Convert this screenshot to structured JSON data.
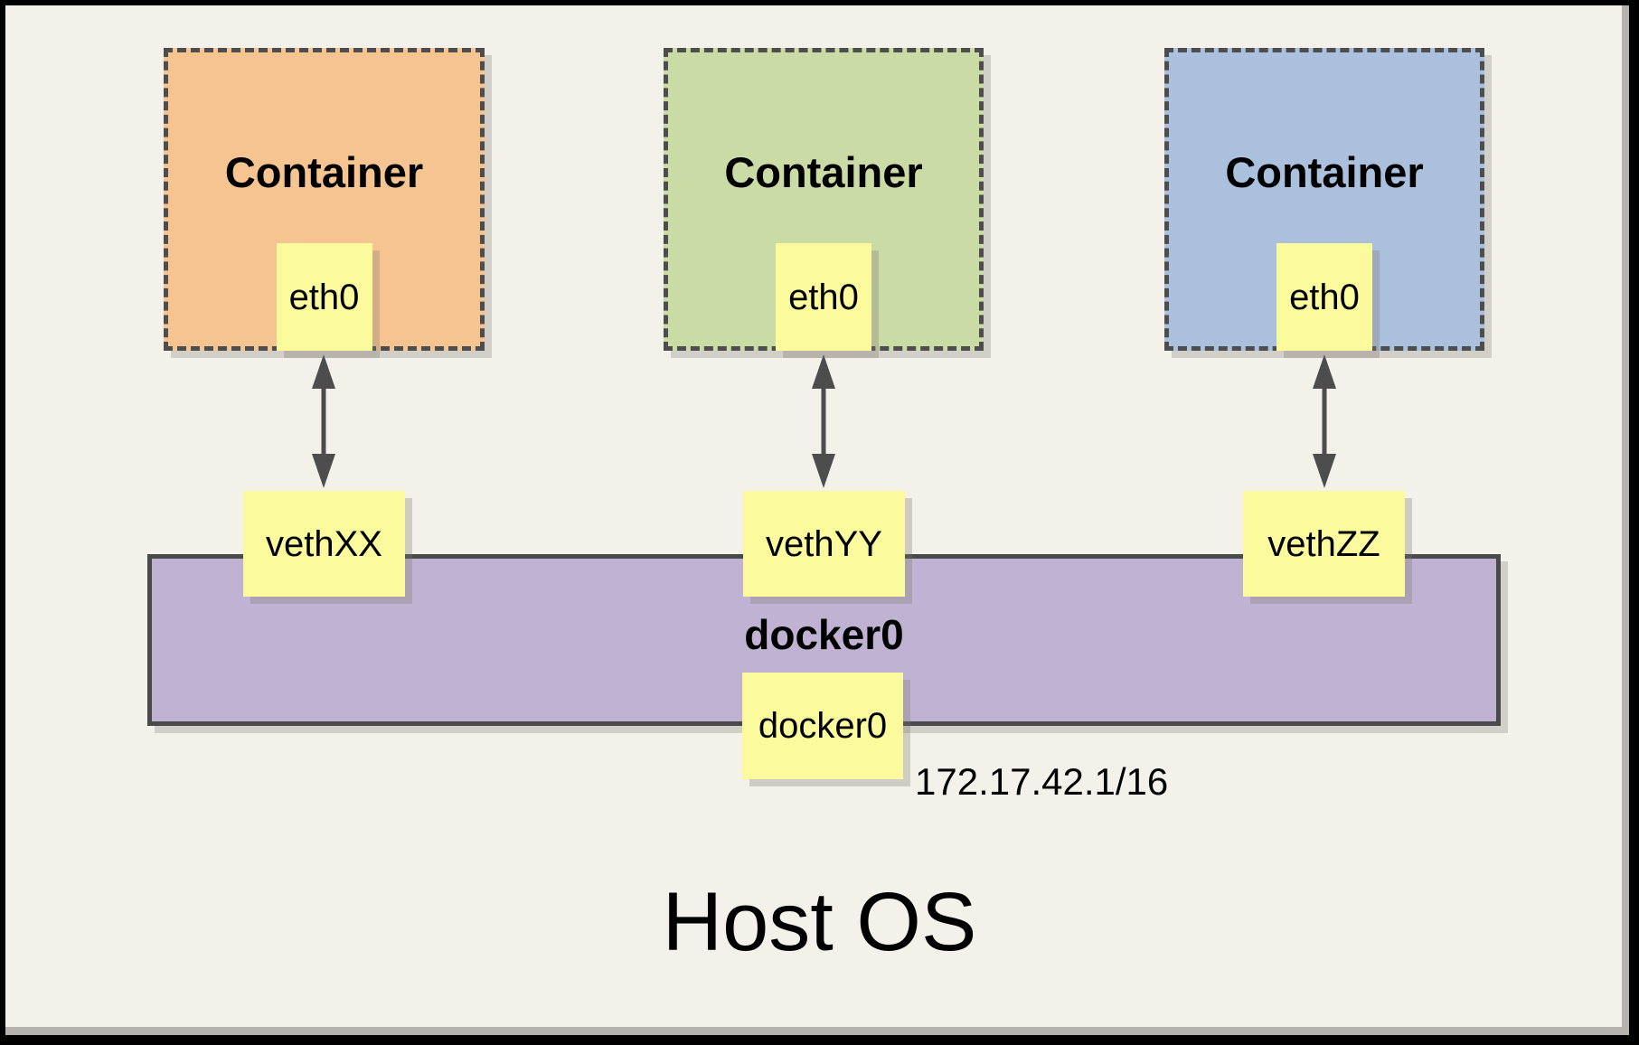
{
  "diagram": {
    "host_label": "Host OS",
    "bridge": {
      "name": "docker0",
      "interface": "docker0",
      "subnet": "172.17.42.1/16"
    },
    "containers": [
      {
        "label": "Container",
        "interface": "eth0",
        "veth": "vethXX",
        "fill": "#F6C491"
      },
      {
        "label": "Container",
        "interface": "eth0",
        "veth": "vethYY",
        "fill": "#CBDBA6"
      },
      {
        "label": "Container",
        "interface": "eth0",
        "veth": "vethZZ",
        "fill": "#AAC0DD"
      }
    ],
    "colors": {
      "background": "#F3F1EA",
      "frame": "#000000",
      "note_yellow": "#FBFB9E",
      "bridge_purple": "#C0B2D2",
      "line_gray": "#4D4D4D"
    }
  }
}
